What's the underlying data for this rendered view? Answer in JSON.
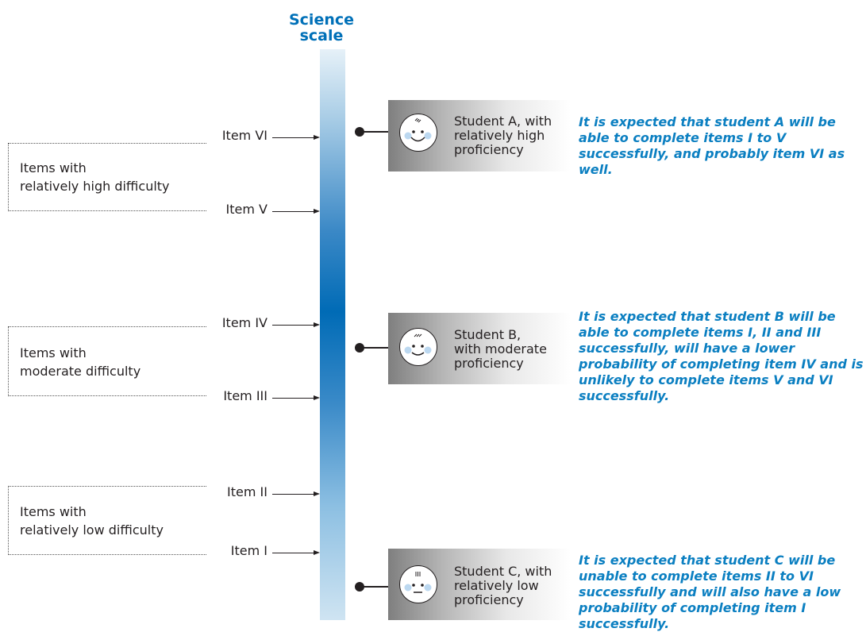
{
  "scale": {
    "title": "Science scale",
    "title_line1": "Science",
    "title_line2": "scale"
  },
  "groups": [
    {
      "line1": "Items with",
      "line2": "relatively high difficulty"
    },
    {
      "line1": "Items with",
      "line2": "moderate difficulty"
    },
    {
      "line1": "Items with",
      "line2": "relatively low difficulty"
    }
  ],
  "items": [
    "Item VI",
    "Item V",
    "Item IV",
    "Item III",
    "Item II",
    "Item I"
  ],
  "students": [
    {
      "line1": "Student A, with",
      "line2": "relatively high",
      "line3": "proficiency",
      "expectation": "It is expected that student A will be able to complete items I to V successfully, and probably item VI as well."
    },
    {
      "line1": "Student B,",
      "line2": "with moderate",
      "line3": "proficiency",
      "expectation": "It is expected that student B will be able to complete items I, II and III successfully, will have a lower probability of completing item IV and is unlikely to complete items V and VI successfully."
    },
    {
      "line1": "Student C, with",
      "line2": "relatively low",
      "line3": "proficiency",
      "expectation": "It is expected that student C will be unable to complete items II to VI successfully and will also have a low probability of completing item I successfully."
    }
  ],
  "colors": {
    "accent": "#0070b8",
    "expectation_text": "#0b7fc1",
    "panel_dark": "#7f7f7f"
  },
  "icons": [
    "smiley-face-icon",
    "neutral-face-icon"
  ]
}
